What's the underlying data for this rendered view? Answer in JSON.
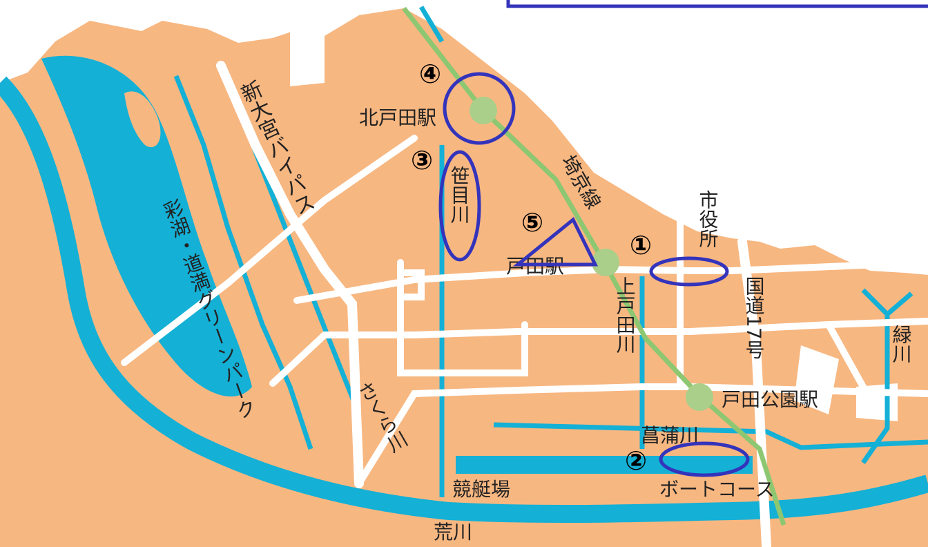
{
  "colors": {
    "land": "#f7b781",
    "water": "#14b0d6",
    "road": "#ffffff",
    "rail": "#8dc772",
    "station": "#a9cf8a",
    "marker": "#3333bb",
    "legend_box": "#3333bb",
    "text": "#222222"
  },
  "stations": {
    "kitatoda": "北戸田駅",
    "toda": "戸田駅",
    "todakoen": "戸田公園駅"
  },
  "rail_line": "埼京線",
  "roads": {
    "shin_omiya_bypass": "新大宮バイパス",
    "kokudo17": "国道17号",
    "city_hall": "市役所"
  },
  "rivers": {
    "sasame": "笹目川",
    "kami_toda": "上戸田川",
    "shobu": "菖蒲川",
    "midori": "緑川",
    "sakura": "さくら川",
    "arakawa": "荒川"
  },
  "facilities": {
    "park": "彩湖・道満グリーンパーク",
    "kyoteijo": "競艇場",
    "boat_course": "ボートコース"
  },
  "markers": [
    {
      "label": "①",
      "shape": "ellipse"
    },
    {
      "label": "②",
      "shape": "ellipse"
    },
    {
      "label": "③",
      "shape": "ellipse"
    },
    {
      "label": "④",
      "shape": "circle"
    },
    {
      "label": "⑤",
      "shape": "triangle"
    }
  ]
}
